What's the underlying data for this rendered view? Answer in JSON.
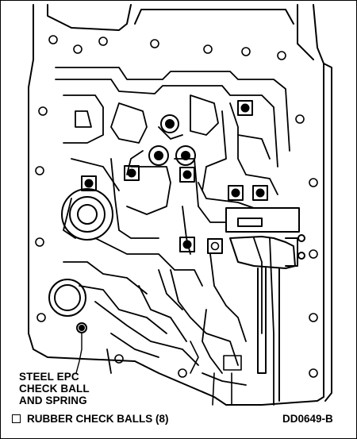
{
  "callout": {
    "lines": [
      "STEEL EPC",
      "CHECK BALL",
      "AND SPRING"
    ]
  },
  "legend": {
    "symbol": "square",
    "label": "RUBBER CHECK BALLS (8)"
  },
  "figure_code": "DD0649-B",
  "rubber_check_ball_count": 8,
  "colors": {
    "ink": "#000000",
    "paper": "#ffffff"
  }
}
